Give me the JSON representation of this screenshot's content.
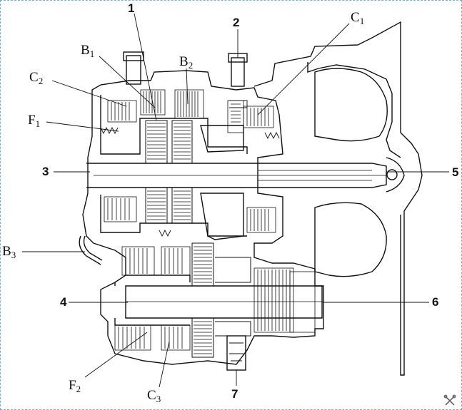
{
  "labels": {
    "l1": "1",
    "l2": "2",
    "l3": "3",
    "l4": "4",
    "l5": "5",
    "l6": "6",
    "l7": "7",
    "b1": {
      "base": "B",
      "sub": "1"
    },
    "b2": {
      "base": "B",
      "sub": "2"
    },
    "b3": {
      "base": "B",
      "sub": "3"
    },
    "c1": {
      "base": "C",
      "sub": "1"
    },
    "c2": {
      "base": "C",
      "sub": "2"
    },
    "c3": {
      "base": "C",
      "sub": "3"
    },
    "f1": {
      "base": "F",
      "sub": "1"
    },
    "f2": {
      "base": "F",
      "sub": "2"
    }
  },
  "colors": {
    "ink": "#111111",
    "frame": "#7fb0c8",
    "background": "#ffffff"
  },
  "watermark_icon": "tools-cross-icon"
}
